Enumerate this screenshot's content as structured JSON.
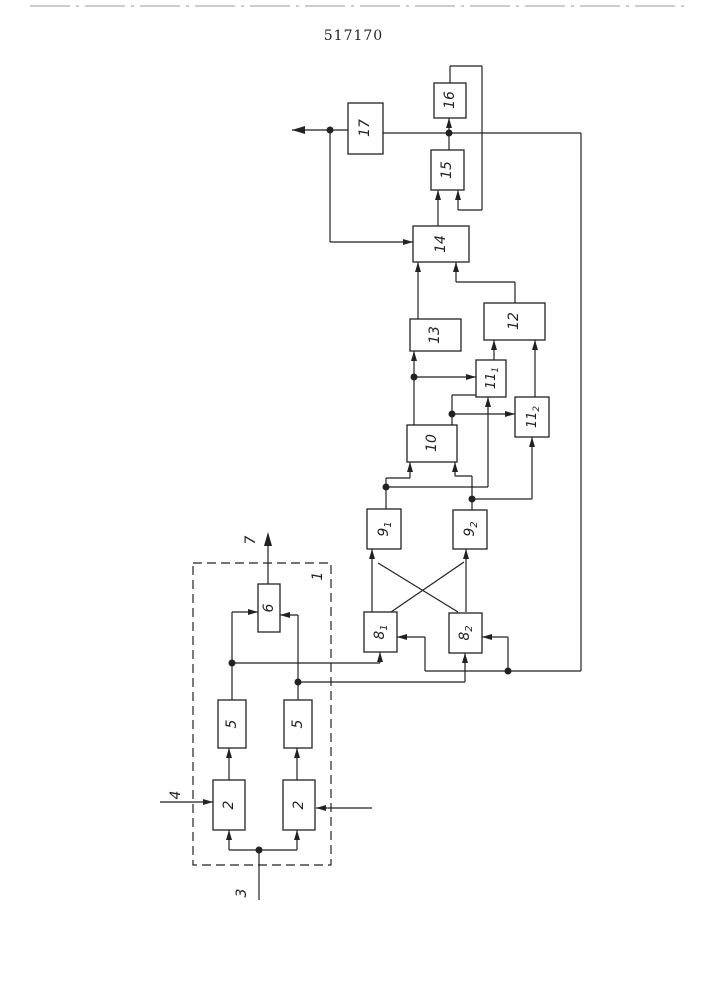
{
  "document": {
    "patent_number": "517170"
  },
  "diagram": {
    "blocks": [
      {
        "id": "b2a",
        "label": "2"
      },
      {
        "id": "b2b",
        "label": "2"
      },
      {
        "id": "b5a",
        "label": "5"
      },
      {
        "id": "b5b",
        "label": "5"
      },
      {
        "id": "b6",
        "label": "6"
      },
      {
        "id": "b8_1",
        "label": "8",
        "sub": "1"
      },
      {
        "id": "b8_2",
        "label": "8",
        "sub": "2"
      },
      {
        "id": "b9_1",
        "label": "9",
        "sub": "1"
      },
      {
        "id": "b9_2",
        "label": "9",
        "sub": "2"
      },
      {
        "id": "b10",
        "label": "10"
      },
      {
        "id": "b11_1",
        "label": "11",
        "sub": "1"
      },
      {
        "id": "b11_2",
        "label": "11",
        "sub": "2"
      },
      {
        "id": "b12",
        "label": "12"
      },
      {
        "id": "b13",
        "label": "13"
      },
      {
        "id": "b14",
        "label": "14"
      },
      {
        "id": "b15",
        "label": "15"
      },
      {
        "id": "b16",
        "label": "16"
      },
      {
        "id": "b17",
        "label": "17"
      }
    ],
    "references": {
      "unit_1": "1",
      "input_3": "3",
      "input_4": "4",
      "output_7": "7"
    }
  }
}
